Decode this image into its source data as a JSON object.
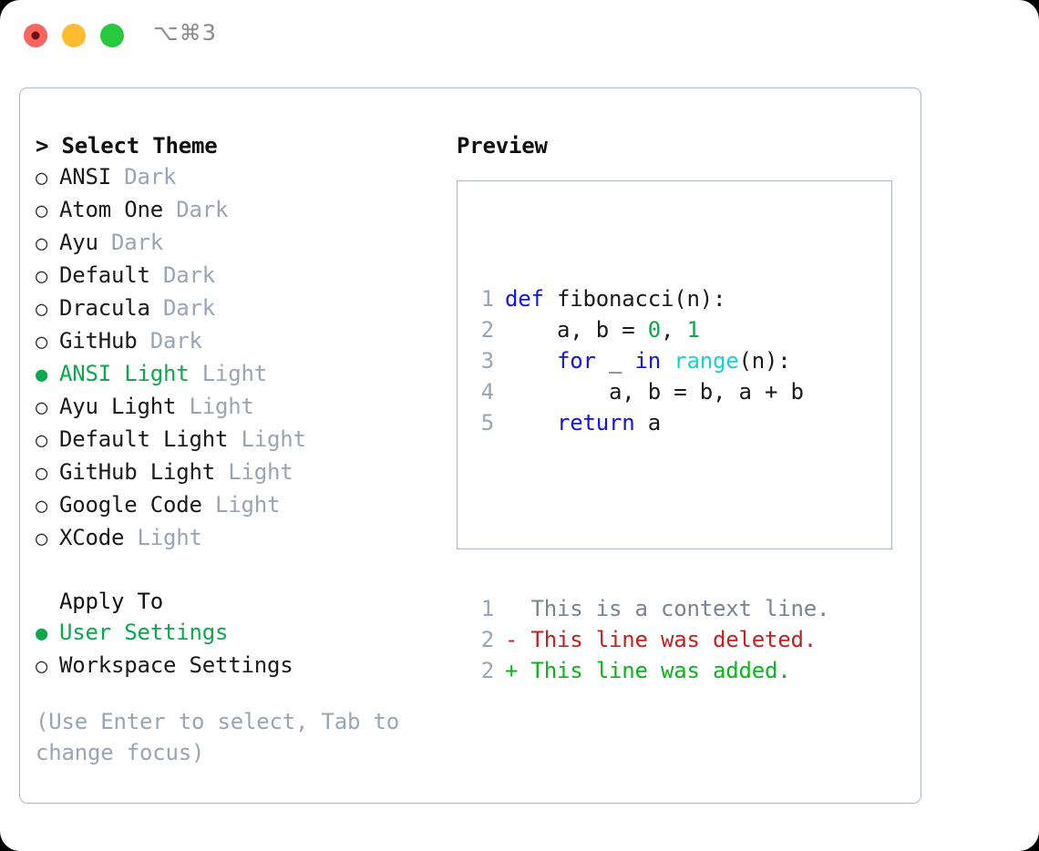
{
  "titlebar": {
    "lights": [
      {
        "name": "close",
        "color": "#f9655f"
      },
      {
        "name": "minimize",
        "color": "#febc2e"
      },
      {
        "name": "zoom",
        "color": "#27c93f"
      }
    ],
    "shortcut": "⌥⌘3"
  },
  "theme_picker": {
    "header": "> Select Theme",
    "selected_marker": "●",
    "unselected_marker": "○",
    "selected_color": "#0ba94c",
    "muted_color": "#9aa5b4",
    "items": [
      {
        "name": "ANSI",
        "category": "Dark",
        "selected": false
      },
      {
        "name": "Atom One",
        "category": "Dark",
        "selected": false
      },
      {
        "name": "Ayu",
        "category": "Dark",
        "selected": false
      },
      {
        "name": "Default",
        "category": "Dark",
        "selected": false
      },
      {
        "name": "Dracula",
        "category": "Dark",
        "selected": false
      },
      {
        "name": "GitHub",
        "category": "Dark",
        "selected": false
      },
      {
        "name": "ANSI Light",
        "category": "Light",
        "selected": true
      },
      {
        "name": "Ayu Light",
        "category": "Light",
        "selected": false
      },
      {
        "name": "Default Light",
        "category": "Light",
        "selected": false
      },
      {
        "name": "GitHub Light",
        "category": "Light",
        "selected": false
      },
      {
        "name": "Google Code",
        "category": "Light",
        "selected": false
      },
      {
        "name": "XCode",
        "category": "Light",
        "selected": false
      }
    ]
  },
  "apply_to": {
    "header": "Apply To",
    "options": [
      {
        "label": "User Settings",
        "selected": true
      },
      {
        "label": "Workspace Settings",
        "selected": false
      }
    ]
  },
  "hint": "(Use Enter to select, Tab to change focus)",
  "preview": {
    "title": "Preview",
    "code_lines": [
      {
        "lineno": "1",
        "tokens": [
          {
            "t": "def",
            "c": "kw"
          },
          {
            "t": " fibonacci(n):",
            "c": "id"
          }
        ]
      },
      {
        "lineno": "2",
        "tokens": [
          {
            "t": "    a, b = ",
            "c": "id"
          },
          {
            "t": "0",
            "c": "num"
          },
          {
            "t": ", ",
            "c": "id"
          },
          {
            "t": "1",
            "c": "num"
          }
        ]
      },
      {
        "lineno": "3",
        "tokens": [
          {
            "t": "    ",
            "c": "id"
          },
          {
            "t": "for",
            "c": "kw"
          },
          {
            "t": " _ ",
            "c": "id"
          },
          {
            "t": "in",
            "c": "kw"
          },
          {
            "t": " ",
            "c": "id"
          },
          {
            "t": "range",
            "c": "fn"
          },
          {
            "t": "(n):",
            "c": "id"
          }
        ]
      },
      {
        "lineno": "4",
        "tokens": [
          {
            "t": "        a, b = b, a + b",
            "c": "id"
          }
        ]
      },
      {
        "lineno": "5",
        "tokens": [
          {
            "t": "    ",
            "c": "id"
          },
          {
            "t": "return",
            "c": "kw"
          },
          {
            "t": " a",
            "c": "id"
          }
        ]
      }
    ],
    "diff_lines": [
      {
        "lineno": "1",
        "kind": "context",
        "text": "  This is a context line."
      },
      {
        "lineno": "2",
        "kind": "del",
        "text": "- This line was deleted."
      },
      {
        "lineno": "2",
        "kind": "add",
        "text": "+ This line was added."
      }
    ]
  }
}
